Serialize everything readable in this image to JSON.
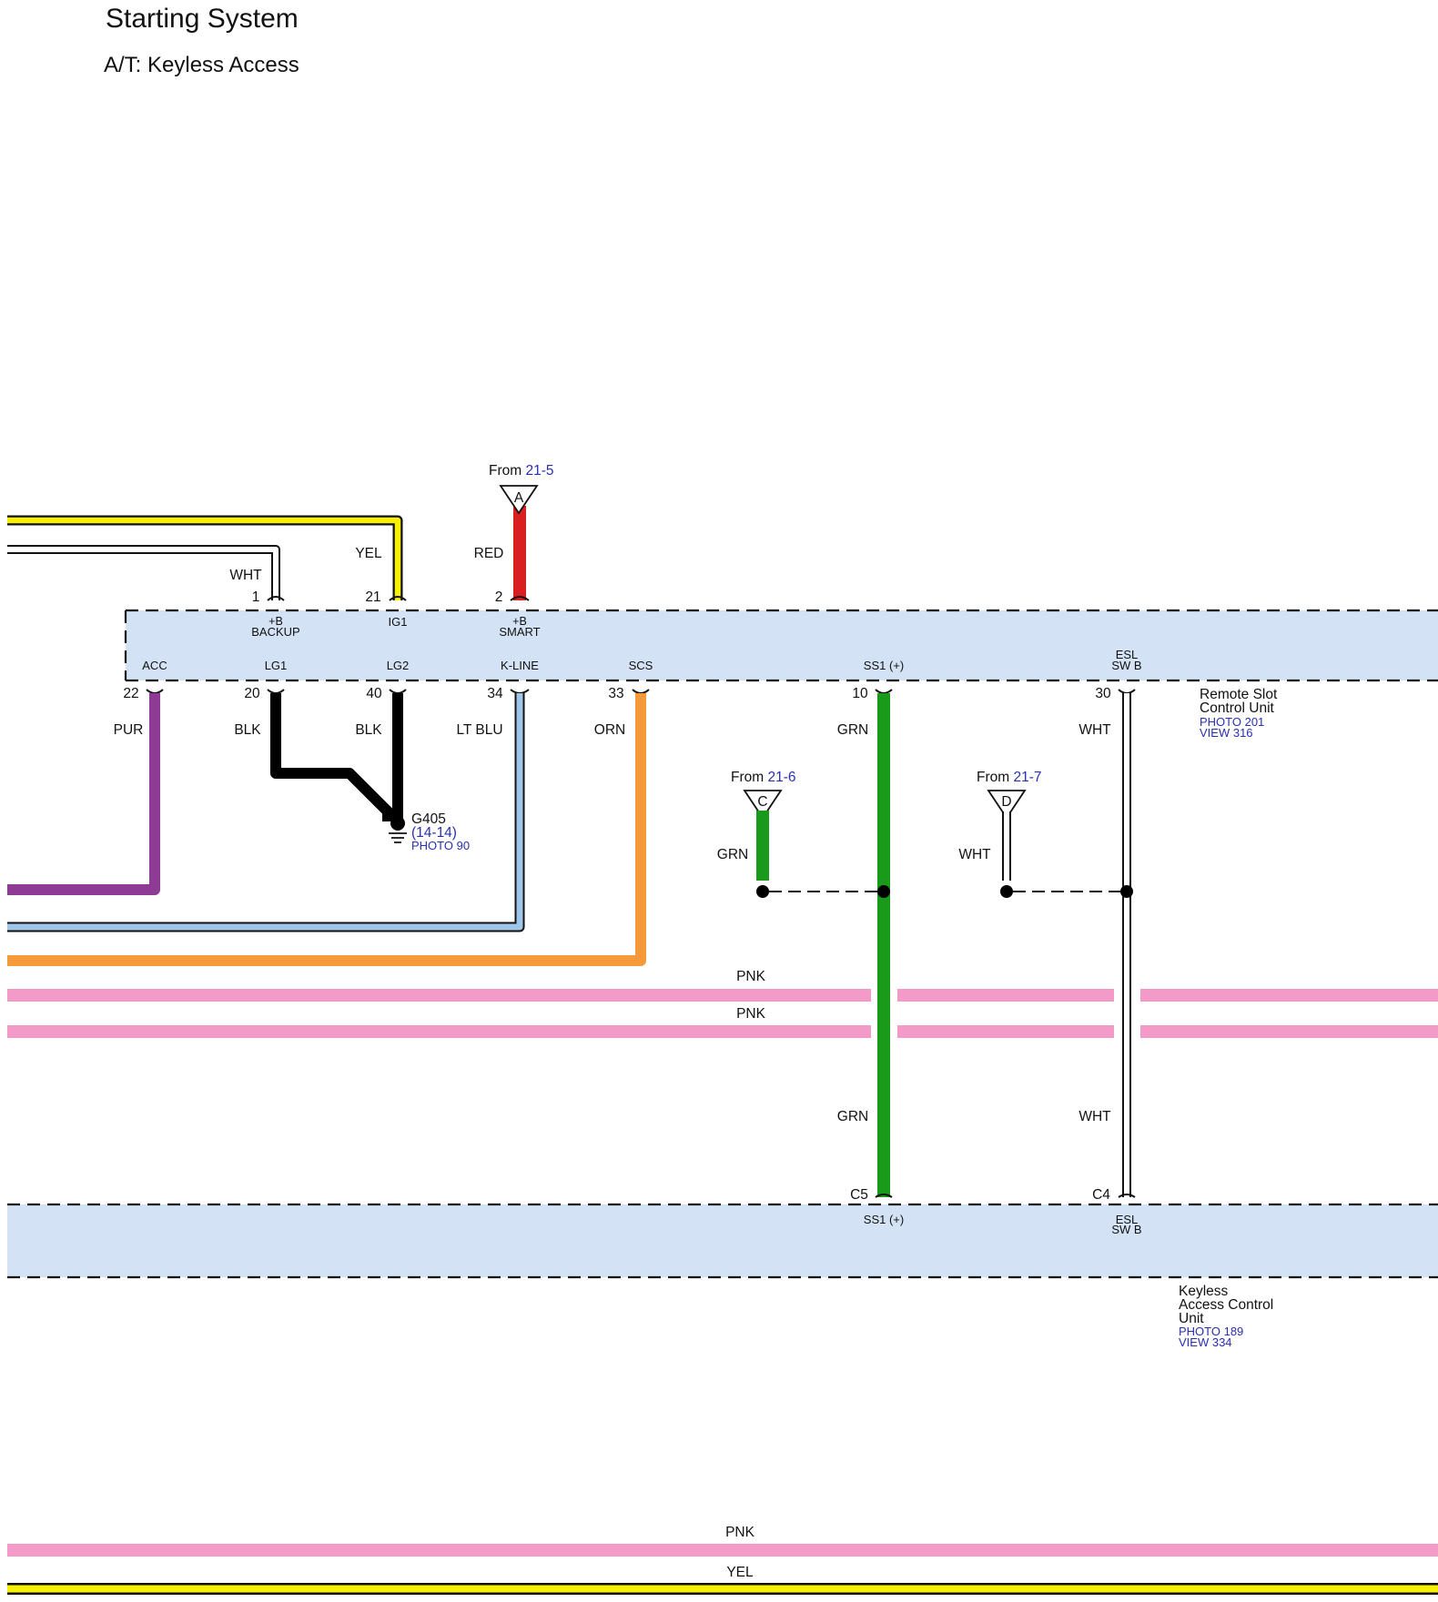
{
  "header": {
    "title": "Starting System",
    "subtitle": "A/T: Keyless Access"
  },
  "connectors": {
    "from_a": {
      "from_text": "From",
      "ref": "21-5",
      "letter": "A",
      "wire_color": "RED"
    },
    "from_c": {
      "from_text": "From",
      "ref": "21-6",
      "letter": "C",
      "wire_color": "GRN"
    },
    "from_d": {
      "from_text": "From",
      "ref": "21-7",
      "letter": "D",
      "wire_color": "WHT"
    }
  },
  "remote_slot_unit": {
    "name_lines": [
      "Remote Slot",
      "Control Unit"
    ],
    "photo": "PHOTO 201",
    "view": "VIEW 316",
    "top_pins": [
      {
        "num": "1",
        "label_lines": [
          "+B",
          "BACKUP"
        ],
        "wire": "WHT"
      },
      {
        "num": "21",
        "label_lines": [
          "IG1"
        ],
        "wire": "YEL"
      },
      {
        "num": "2",
        "label_lines": [
          "+B",
          "SMART"
        ],
        "wire": "RED"
      }
    ],
    "bottom_pins": [
      {
        "num": "22",
        "label_lines": [
          "ACC"
        ],
        "wire": "PUR"
      },
      {
        "num": "20",
        "label_lines": [
          "LG1"
        ],
        "wire": "BLK"
      },
      {
        "num": "40",
        "label_lines": [
          "LG2"
        ],
        "wire": "BLK"
      },
      {
        "num": "34",
        "label_lines": [
          "K-LINE"
        ],
        "wire": "LT BLU"
      },
      {
        "num": "33",
        "label_lines": [
          "SCS"
        ],
        "wire": "ORN"
      },
      {
        "num": "10",
        "label_lines": [
          "SS1 (+)"
        ],
        "wire": "GRN"
      },
      {
        "num": "30",
        "label_lines": [
          "ESL",
          "SW B"
        ],
        "wire": "WHT"
      }
    ]
  },
  "ground": {
    "name": "G405",
    "ref": "(14-14)",
    "photo": "PHOTO 90"
  },
  "keyless_unit": {
    "name_lines": [
      "Keyless",
      "Access Control",
      "Unit"
    ],
    "photo": "PHOTO 189",
    "view": "VIEW 334",
    "pins": [
      {
        "num": "C5",
        "label_lines": [
          "SS1 (+)"
        ],
        "wire": "GRN"
      },
      {
        "num": "C4",
        "label_lines": [
          "ESL",
          "SW B"
        ],
        "wire": "WHT"
      }
    ]
  },
  "pass_through_wires": [
    {
      "label": "PNK"
    },
    {
      "label": "PNK"
    },
    {
      "label": "PNK"
    },
    {
      "label": "YEL"
    }
  ],
  "colors": {
    "yellow": "#f7f000",
    "red": "#d81e1e",
    "purple": "#8e3b96",
    "black": "#000000",
    "lt_blue": "#9fc6ea",
    "orange": "#f59a3a",
    "green": "#1a9a1a",
    "pink": "#f49ac9",
    "unit_fill": "#d3e3f5"
  }
}
